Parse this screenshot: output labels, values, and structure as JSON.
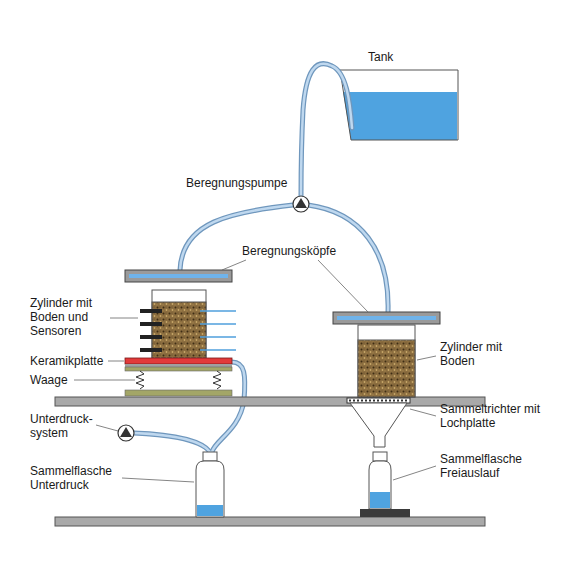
{
  "diagram": {
    "labels": [
      "Tank",
      "Beregnungspumpe",
      "Beregnungsköpfe",
      "Zylinder mit Boden und Sensoren",
      "Zylinder mit Boden",
      "Keramikplatte",
      "Sammeltrichter mit Lochplatte",
      "Waage",
      "Unterdruck- system",
      "Sammelflasche Unterdruck",
      "Sammelflasche Freiauslauf"
    ]
  }
}
